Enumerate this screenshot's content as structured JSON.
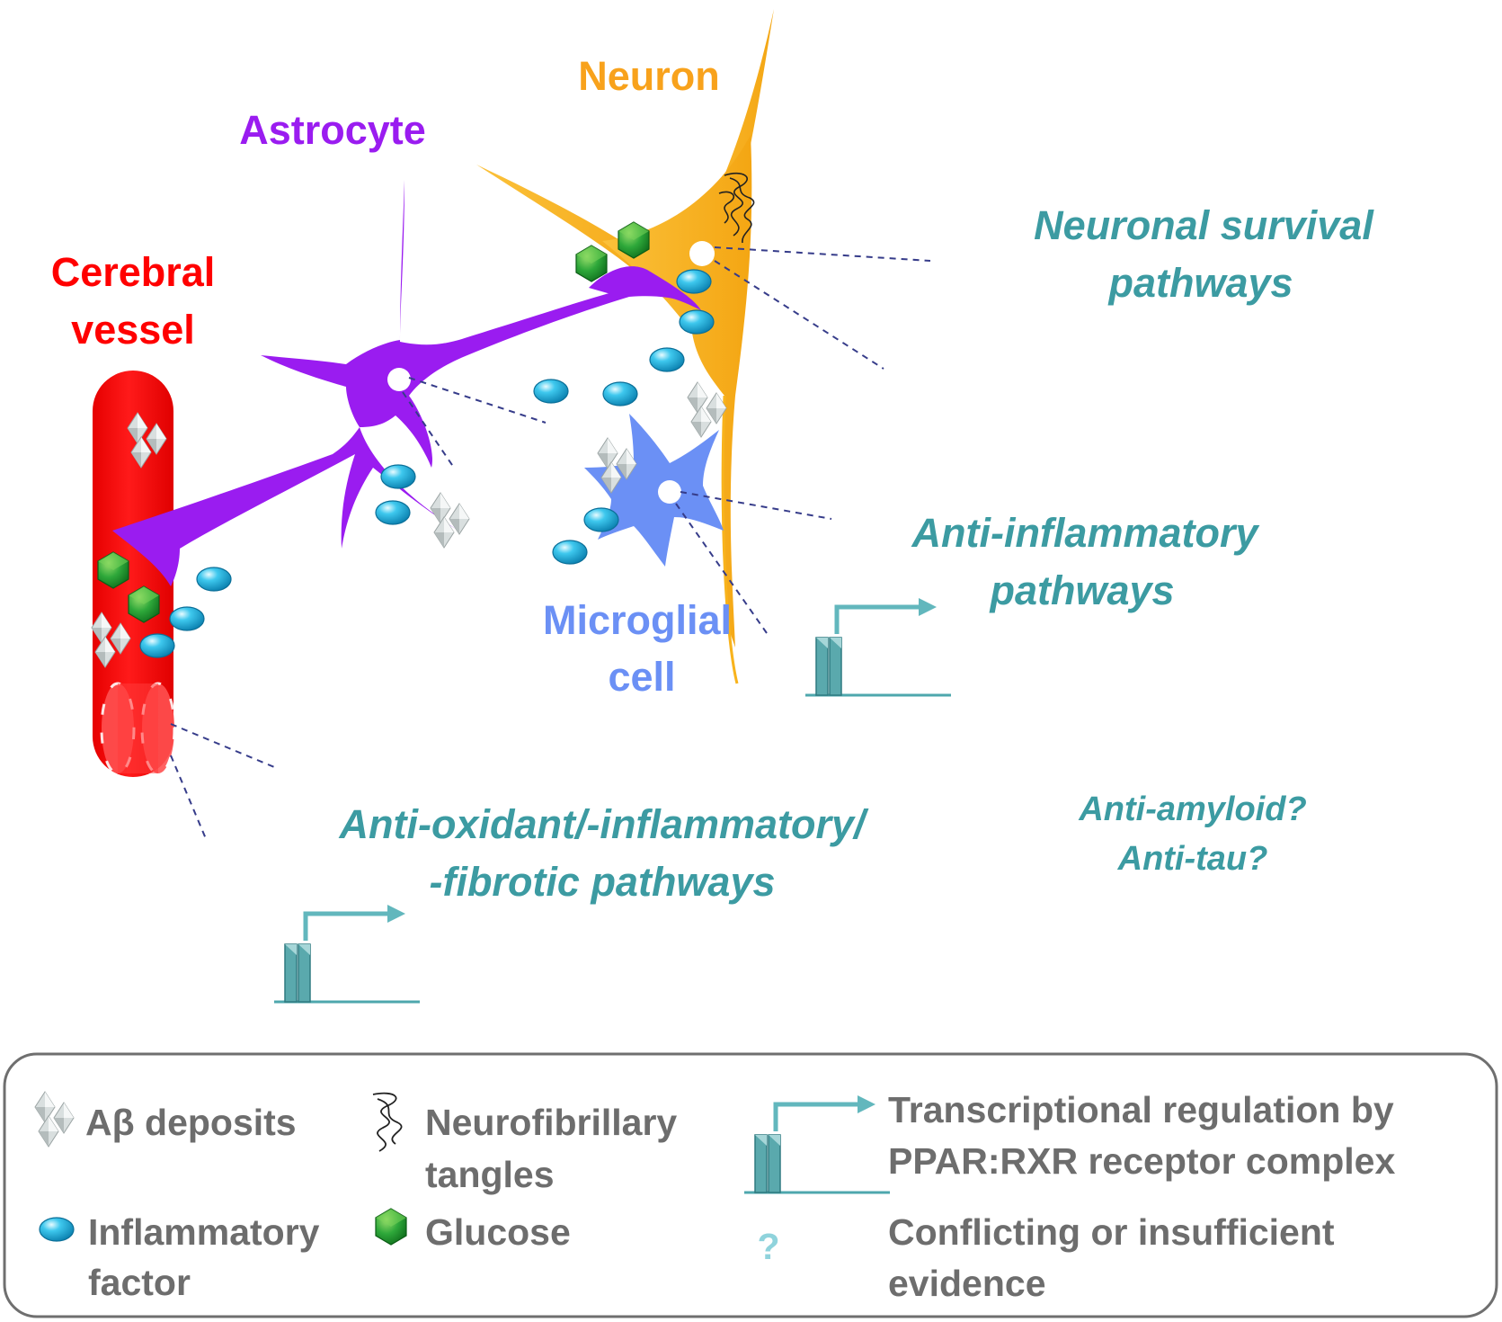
{
  "colors": {
    "vessel": "#ff0000",
    "astrocyte": "#9a1cf0",
    "neuron": "#f8b31c",
    "microglia": "#6b90f5",
    "pathway_text": "#3c9ba2",
    "legend_text": "#6d6d6d",
    "inflammatory_factor": "#1aaed8",
    "glucose": "#1f9a2b",
    "amyloid": "#d8dede"
  },
  "cells": {
    "neuron": "Neuron",
    "astrocyte": "Astrocyte",
    "vessel_line1": "Cerebral",
    "vessel_line2": "vessel",
    "microglia_line1": "Microglial",
    "microglia_line2": "cell"
  },
  "pathways": {
    "neuronal_line1": "Neuronal survival",
    "neuronal_line2": "pathways",
    "anti_inflammatory_line1": "Anti-inflammatory",
    "anti_inflammatory_line2": "pathways",
    "vascular_line1": "Anti-oxidant/-inflammatory/",
    "vascular_line2": "-fibrotic pathways",
    "amyloid_line1": "Anti-amyloid?",
    "amyloid_line2": "Anti-tau?"
  },
  "legend": {
    "amyloid": "Aβ deposits",
    "tangles_line1": "Neurofibrillary",
    "tangles_line2": "tangles",
    "transcription_line1": "Transcriptional regulation by",
    "transcription_line2": "PPAR:RXR receptor complex",
    "inflammatory_line1": "Inflammatory",
    "inflammatory_line2": "factor",
    "glucose": "Glucose",
    "question_mark": "?",
    "conflicting_line1": "Conflicting or insufficient",
    "conflicting_line2": "evidence"
  },
  "icons": {
    "amyloid": "crystal-cluster-icon",
    "tangles": "tangle-squiggle-icon",
    "inflammatory": "blue-oval-icon",
    "glucose": "green-hexagon-icon",
    "transcription": "promoter-arrow-icon"
  }
}
